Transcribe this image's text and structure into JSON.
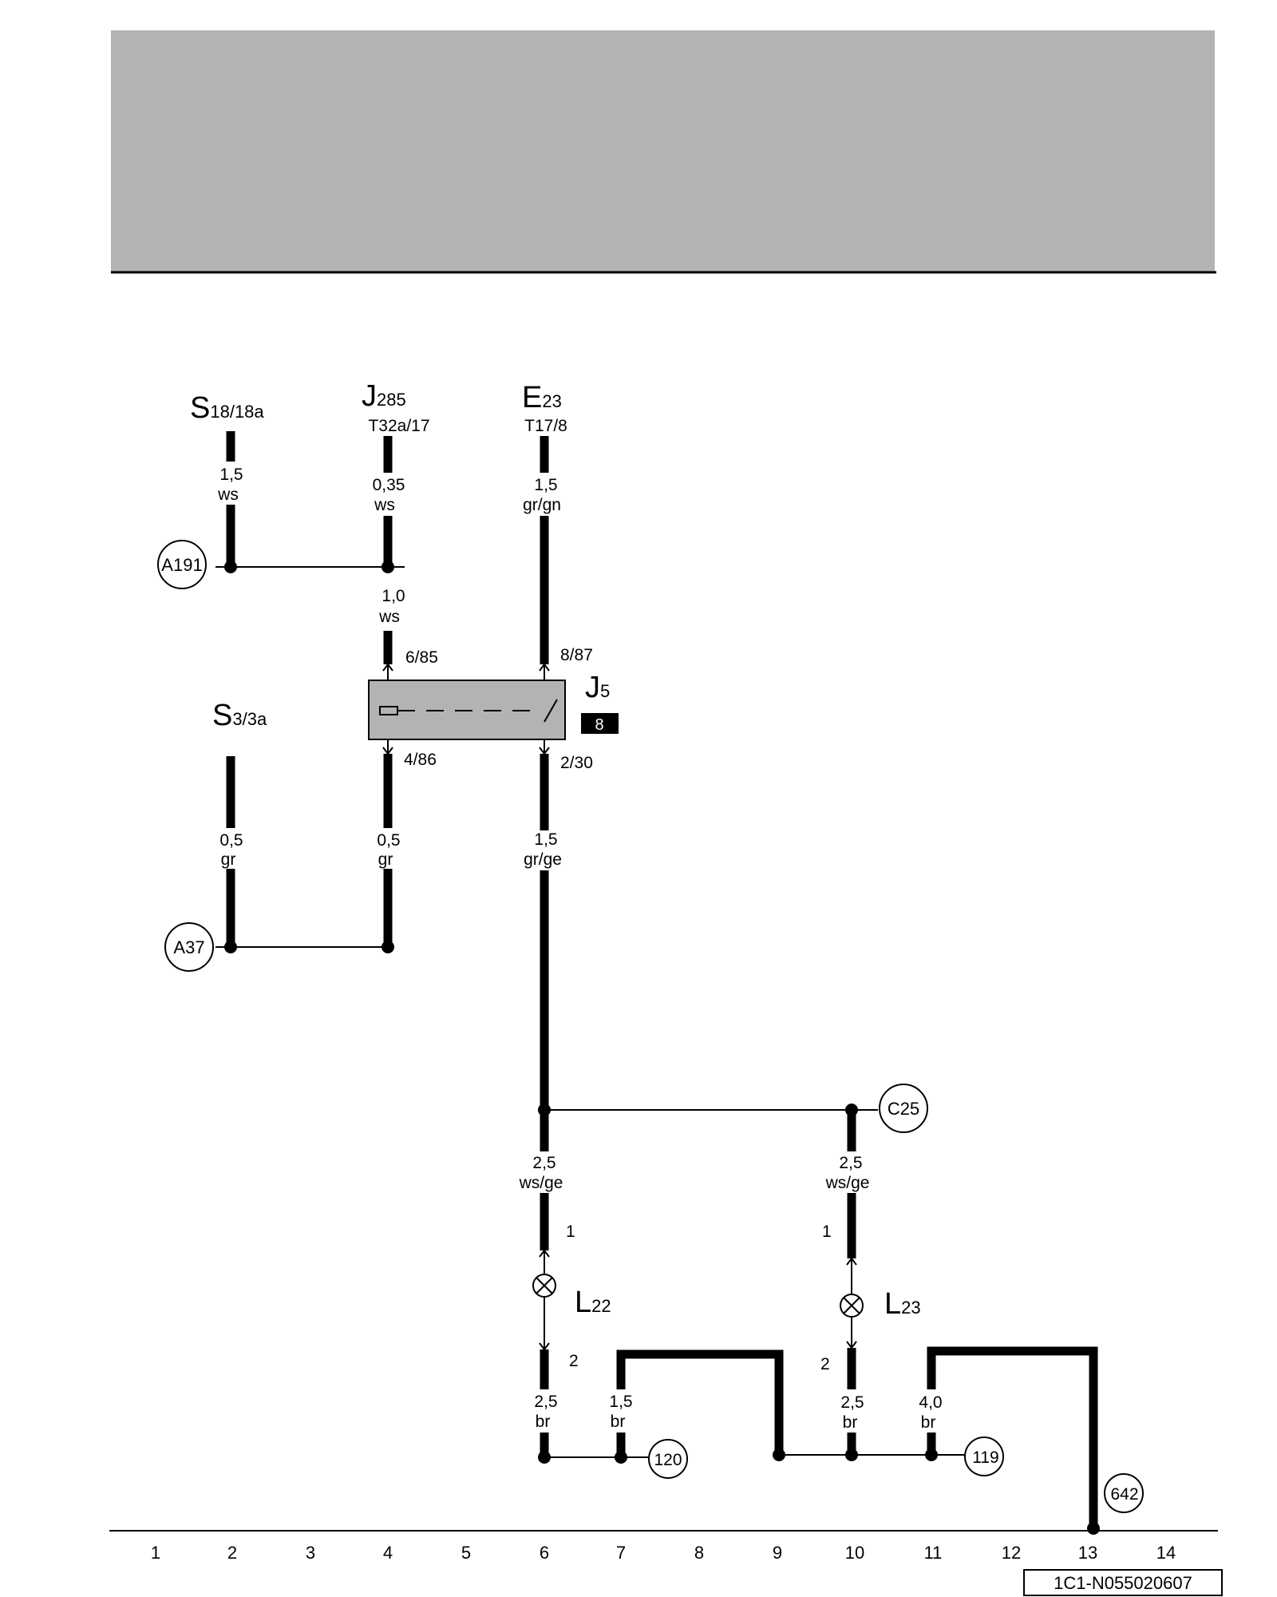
{
  "components": {
    "s18": {
      "main": "S",
      "sub": "18/18a"
    },
    "j285": {
      "main": "J",
      "sub": "285",
      "pin": "T32a/17"
    },
    "e23": {
      "main": "E",
      "sub": "23",
      "pin": "T17/8"
    },
    "s3": {
      "main": "S",
      "sub": "3/3a"
    },
    "j5": {
      "main": "J",
      "sub": "5",
      "slot": "8"
    },
    "l22": {
      "main": "L",
      "sub": "22"
    },
    "l23": {
      "main": "L",
      "sub": "23"
    }
  },
  "wires": {
    "w_s18_top": {
      "size": "1,5",
      "color": "ws"
    },
    "w_j285_top": {
      "size": "0,35",
      "color": "ws"
    },
    "w_e23_top": {
      "size": "1,5",
      "color": "gr/gn"
    },
    "w_j5_in": {
      "size": "1,0",
      "color": "ws"
    },
    "w_s3": {
      "size": "0,5",
      "color": "gr"
    },
    "w_j5_out": {
      "size": "0,5",
      "color": "gr"
    },
    "w_j5_main": {
      "size": "1,5",
      "color": "gr/ge"
    },
    "w_l22_in": {
      "size": "2,5",
      "color": "ws/ge"
    },
    "w_l23_in": {
      "size": "2,5",
      "color": "ws/ge"
    },
    "w_l22_out": {
      "size": "2,5",
      "color": "br"
    },
    "w_ground7": {
      "size": "1,5",
      "color": "br"
    },
    "w_l23_out": {
      "size": "2,5",
      "color": "br"
    },
    "w_ground11": {
      "size": "4,0",
      "color": "br"
    }
  },
  "pins": {
    "j5_685": "6/85",
    "j5_887": "8/87",
    "j5_486": "4/86",
    "j5_230": "2/30",
    "l22_1": "1",
    "l22_2": "2",
    "l23_1": "1",
    "l23_2": "2"
  },
  "connectors": {
    "a191": "A191",
    "a37": "A37",
    "c25": "C25",
    "g120": "120",
    "g119": "119",
    "g642": "642"
  },
  "tracks": [
    "1",
    "2",
    "3",
    "4",
    "5",
    "6",
    "7",
    "8",
    "9",
    "10",
    "11",
    "12",
    "13",
    "14"
  ],
  "doc_id": "1C1-N055020607"
}
